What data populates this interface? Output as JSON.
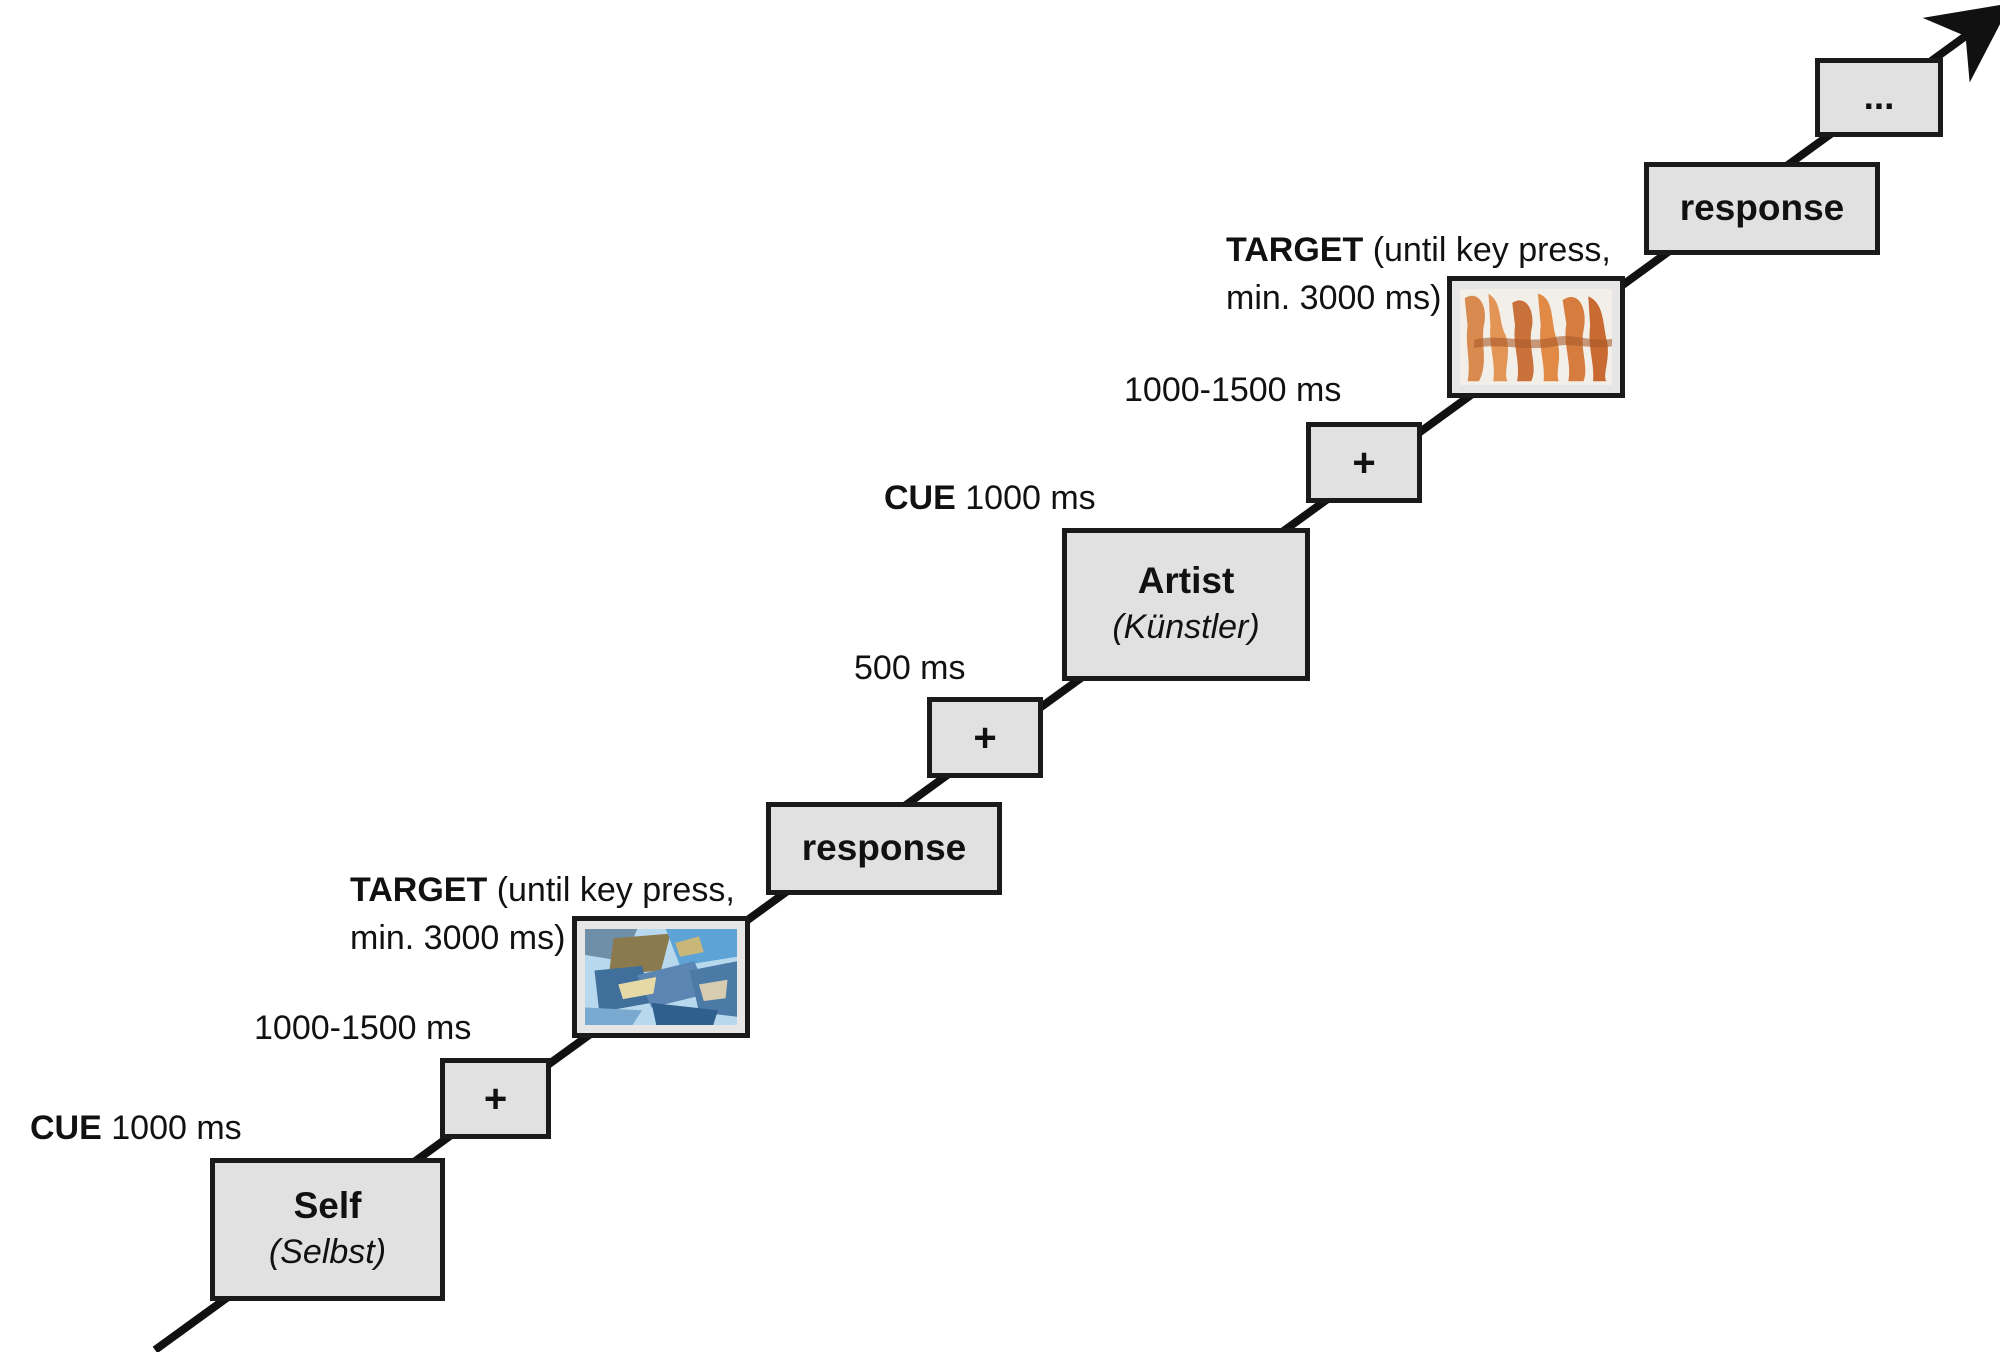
{
  "steps": [
    {
      "main": "Self",
      "sub": "(Selbst)"
    },
    {
      "main": "+"
    },
    {
      "main": "response"
    },
    {
      "main": "+"
    },
    {
      "main": "Artist",
      "sub": "(Künstler)"
    },
    {
      "main": "+"
    },
    {
      "main": "response"
    },
    {
      "main": "..."
    }
  ],
  "labels": {
    "cue1": {
      "bold": "CUE",
      "rest": "1000 ms"
    },
    "fix1": "1000-1500 ms",
    "target1": {
      "bold": "TARGET",
      "rest": "(until key press,",
      "line2": "min. 3000 ms)"
    },
    "fix2": "500 ms",
    "cue2": {
      "bold": "CUE",
      "rest": "1000 ms"
    },
    "fix3": "1000-1500 ms",
    "target2": {
      "bold": "TARGET",
      "rest": "(until key press,",
      "line2": "min. 3000 ms)"
    }
  },
  "images": {
    "target1": "abstract-blue-collage-image",
    "target2": "abstract-orange-figure-image"
  }
}
